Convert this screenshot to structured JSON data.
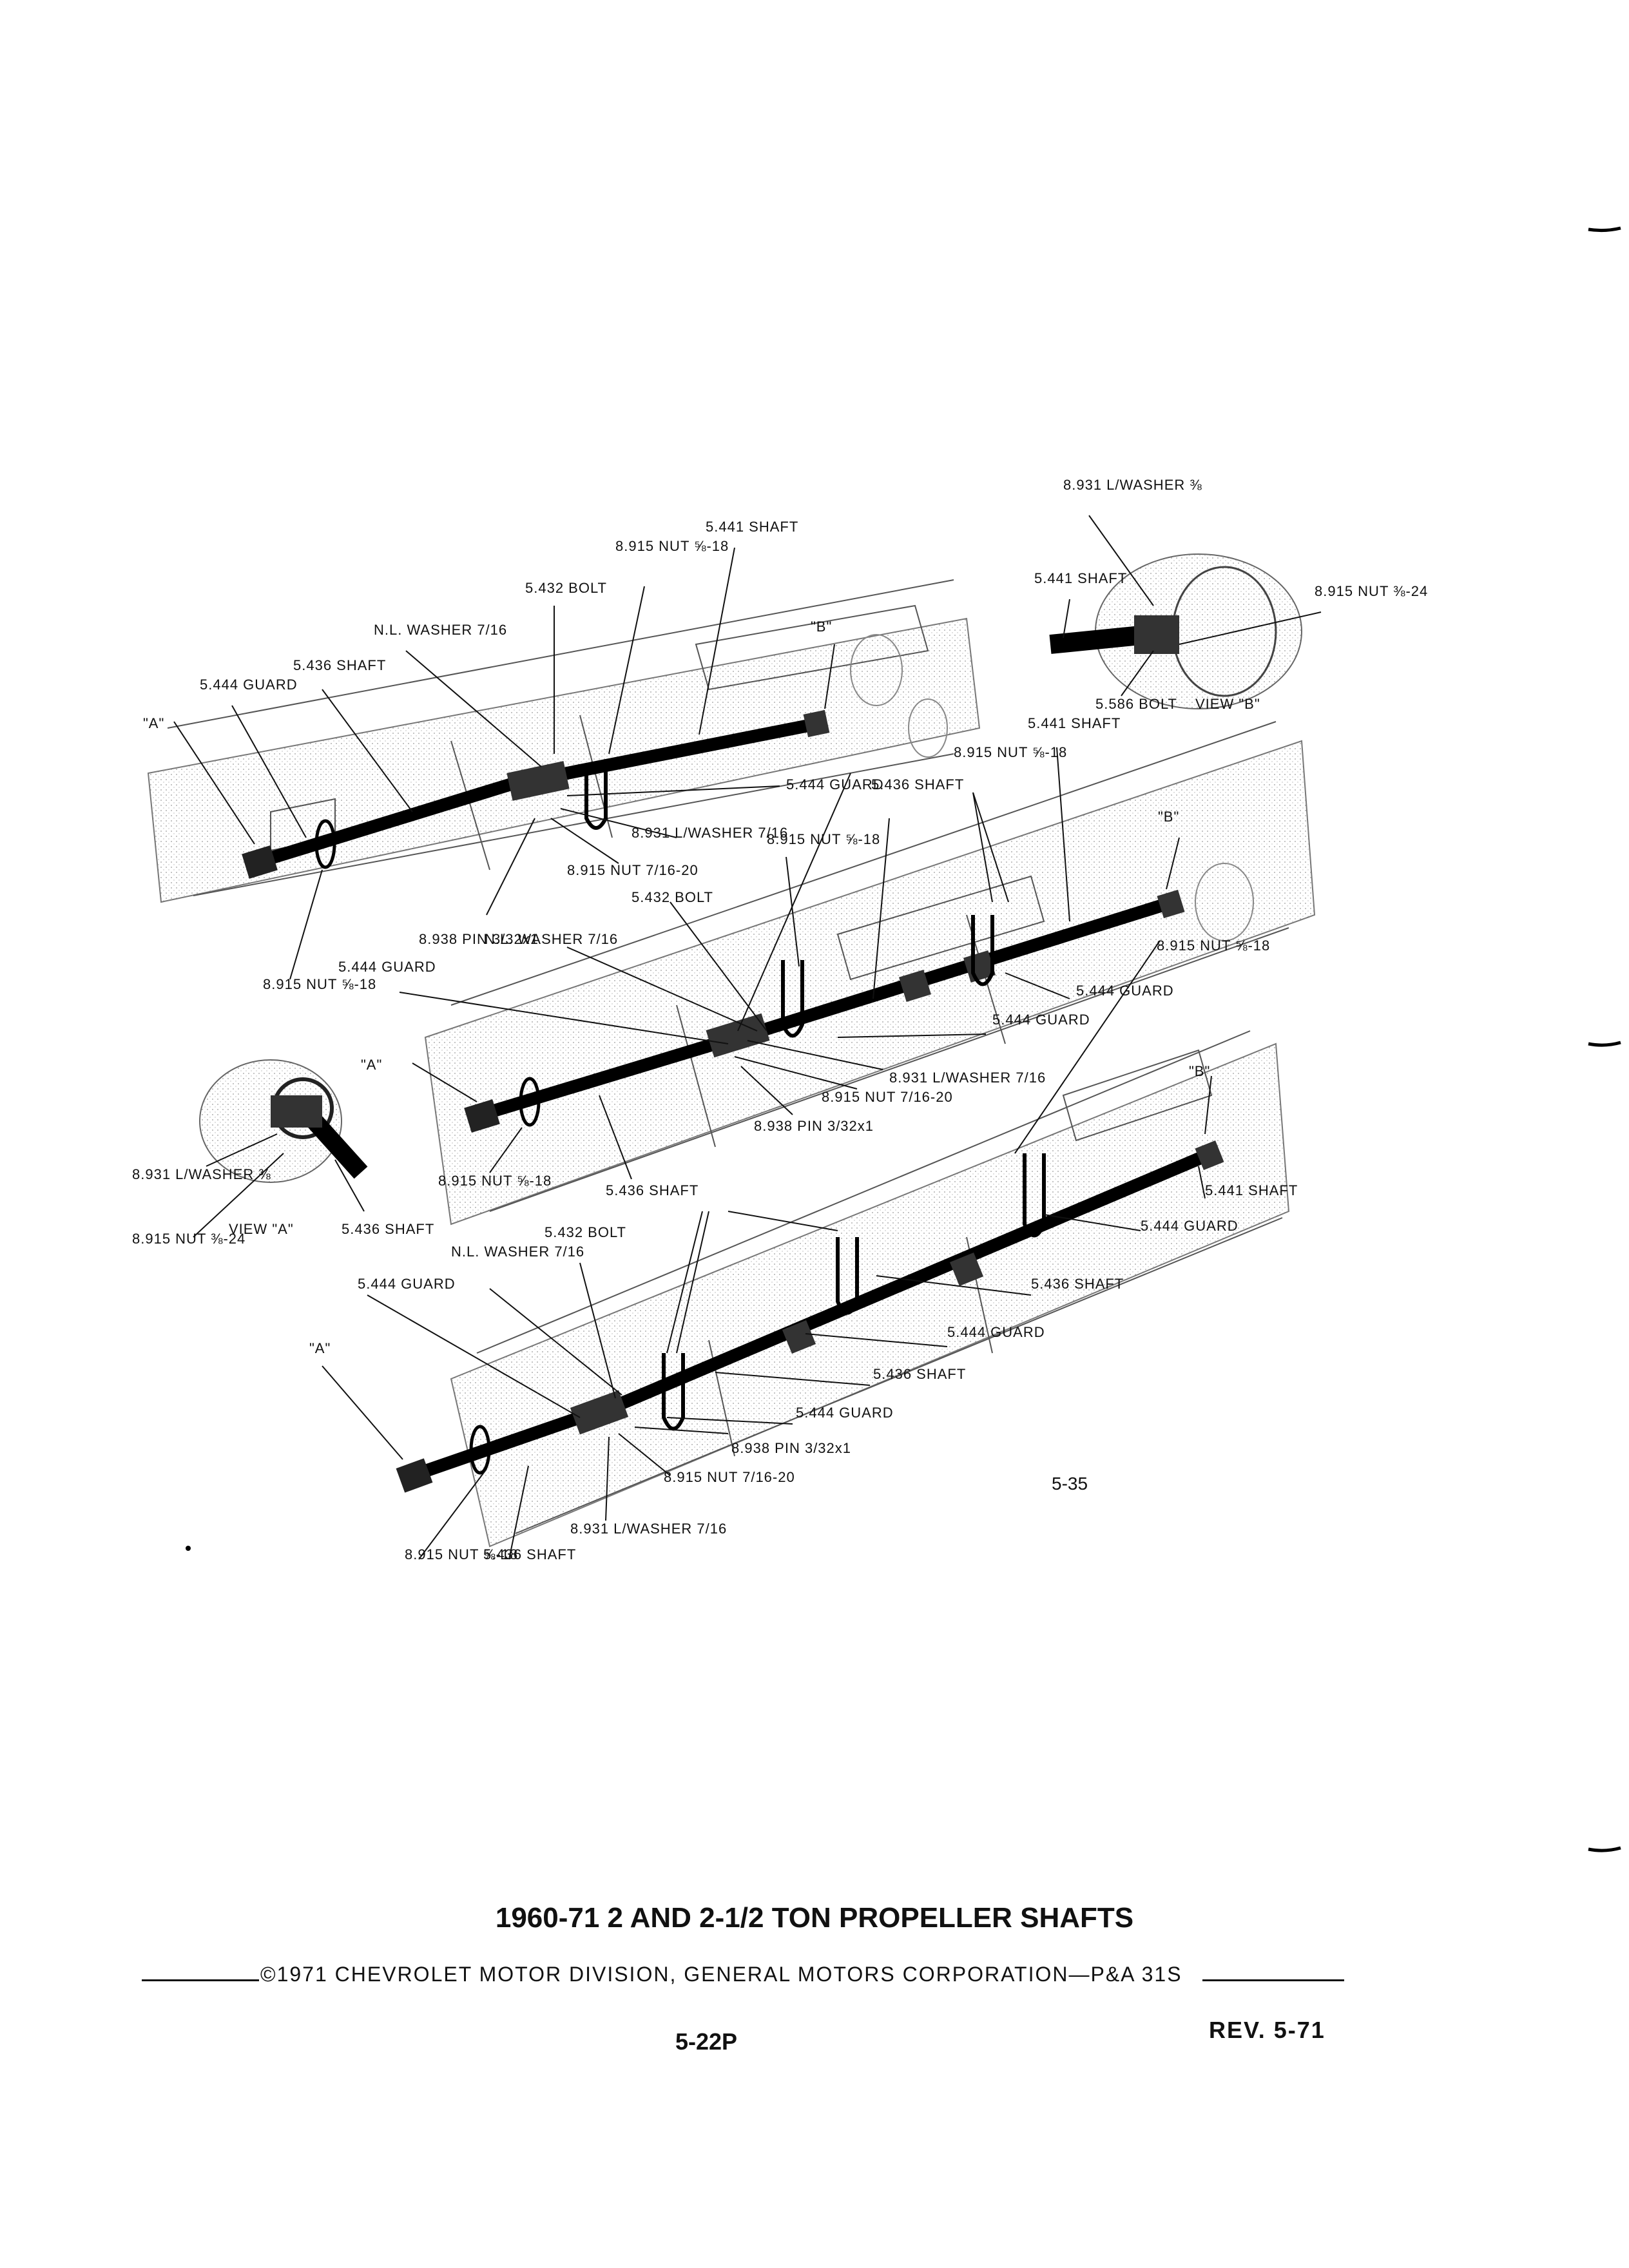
{
  "callouts": {
    "d1": [
      "5.441 SHAFT",
      "8.915 NUT ⅝-18",
      "5.432 BOLT",
      "N.L. WASHER 7/16",
      "5.436 SHAFT",
      "5.444 GUARD",
      "\"A\"",
      "\"B\"",
      "5.444 GUARD",
      "8.931 L/WASHER 7/16",
      "8.915 NUT 7/16-20",
      "8.938 PIN 3/32x1",
      "8.915 NUT ⅝-18"
    ],
    "view_b": [
      "8.931 L/WASHER ⅜",
      "5.441 SHAFT",
      "8.915 NUT ⅜-24",
      "5.586 BOLT",
      "VIEW \"B\""
    ],
    "d2": [
      "5.441 SHAFT",
      "8.915 NUT ⅝-18",
      "5.436 SHAFT",
      "8.915 NUT ⅝-18",
      "\"B\"",
      "5.432 BOLT",
      "N.L. WASHER 7/16",
      "5.444 GUARD",
      "5.444 GUARD",
      "5.444 GUARD",
      "\"A\"",
      "8.931 L/WASHER 7/16",
      "8.915 NUT 7/16-20",
      "8.938 PIN 3/32x1",
      "8.915 NUT ⅝-18",
      "5.436 SHAFT"
    ],
    "view_a": [
      "8.931 L/WASHER ⅜",
      "8.915 NUT ⅜-24",
      "VIEW \"A\"",
      "5.436 SHAFT"
    ],
    "d3": [
      "8.915 NUT ⅝-18",
      "\"B\"",
      "5.441 SHAFT",
      "5.444 GUARD",
      "5.432 BOLT",
      "N.L. WASHER 7/16",
      "5.444 GUARD",
      "5.436 SHAFT",
      "\"A\"",
      "5.444 GUARD",
      "5.436 SHAFT",
      "5.444 GUARD",
      "8.938 PIN 3/32x1",
      "8.915 NUT 7/16-20",
      "8.931 L/WASHER 7/16",
      "8.915 NUT ⅝-18",
      "5.436 SHAFT"
    ]
  },
  "figure_number": "5-35",
  "footer": {
    "title": "1960-71 2 AND 2-1/2 TON PROPELLER SHAFTS",
    "copyright": "©1971 CHEVROLET MOTOR DIVISION, GENERAL MOTORS CORPORATION—P&A 31S",
    "page": "5-22P",
    "revision": "REV. 5-71"
  }
}
